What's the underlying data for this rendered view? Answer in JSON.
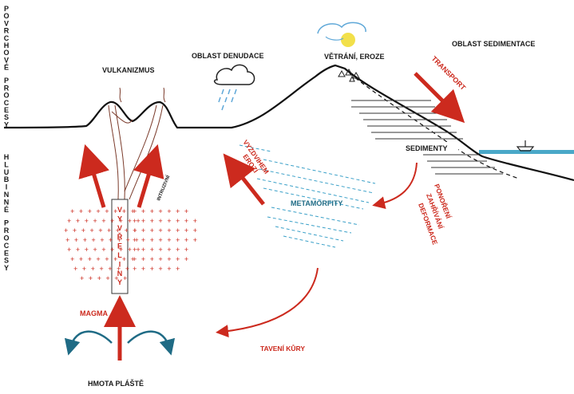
{
  "labels": {
    "surface_processes": "POVRCHOVÉ PROCESY",
    "deep_processes": "HLUBINNÉ PROCESY",
    "volcanism": "VULKANIZMUS",
    "denudation_area": "OBLAST DENUDACE",
    "weathering_erosion": "VĚTRÁNÍ, EROZE",
    "sedimentation_area": "OBLAST SEDIMENTACE",
    "transport": "TRANSPORT",
    "sediments": "SEDIMENTY",
    "metamorphites": "METAMORFITY",
    "uplift_erosion_1": "VYZDVIHEM",
    "uplift_erosion_2": "EROZÍ",
    "burial_1": "PONOŘENÍ",
    "burial_2": "ZAHŘÍVÁNÍ",
    "burial_3": "DEFORMACE",
    "intrusion": "INTRUZIVNÍ",
    "igneous_rocks": "VYVŘELINY",
    "magma": "MAGMA",
    "crust_melting": "TAVENÍ KŮRY",
    "mantle_mass": "HMOTA PLÁŠTĚ"
  },
  "colors": {
    "arrow_red": "#cc2a1e",
    "text_blue": "#1f6b85",
    "sea_blue": "#4aa8c8",
    "sun_yellow": "#f2e04a",
    "cloud_blue": "#5fa8d8"
  }
}
